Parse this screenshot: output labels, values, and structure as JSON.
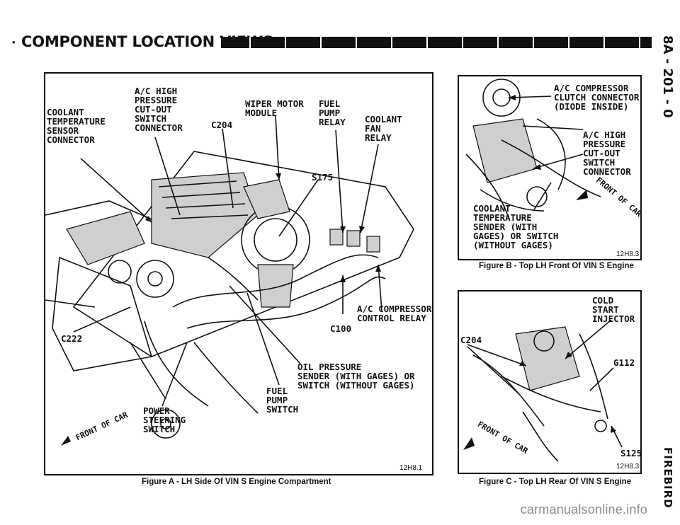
{
  "header": {
    "bullet": "•",
    "title": "COMPONENT LOCATION VIEWS"
  },
  "side": {
    "page_number": "8A - 201 - 0",
    "section": "FIREBIRD"
  },
  "figure_a": {
    "caption": "Figure A - LH Side Of VIN S Engine Compartment",
    "code": "12H8.1",
    "front_label": "FRONT OF CAR",
    "labels": {
      "coolant_sensor": "COOLANT\nTEMPERATURE\nSENSOR\nCONNECTOR",
      "ac_high": "A/C HIGH\nPRESSURE\nCUT-OUT\nSWITCH\nCONNECTOR",
      "c204": "C204",
      "wiper": "WIPER MOTOR\nMODULE",
      "fuel_pump_relay": "FUEL\nPUMP\nRELAY",
      "coolant_fan": "COOLANT\nFAN\nRELAY",
      "s175": "S175",
      "ac_comp_relay": "A/C COMPRESSOR\nCONTROL RELAY",
      "c100": "C100",
      "c222": "C222",
      "oil_pressure": "OIL PRESSURE\nSENDER (WITH GAGES) OR\nSWITCH (WITHOUT GAGES)",
      "fuel_pump_switch": "FUEL\nPUMP\nSWITCH",
      "power_steering": "POWER\nSTEERING\nSWITCH"
    }
  },
  "figure_b": {
    "caption": "Figure B - Top LH Front Of VIN S Engine",
    "code": "12H8.3",
    "front_label": "FRONT OF CAR",
    "labels": {
      "ac_clutch": "A/C COMPRESSOR\nCLUTCH CONNECTOR\n(DIODE INSIDE)",
      "ac_high": "A/C HIGH\nPRESSURE\nCUT-OUT\nSWITCH\nCONNECTOR",
      "coolant": "COOLANT\nTEMPERATURE\nSENDER (WITH\nGAGES) OR SWITCH\n(WITHOUT GAGES)"
    }
  },
  "figure_c": {
    "caption": "Figure C - Top LH Rear Of VIN S Engine",
    "code": "12H8.3",
    "front_label": "FRONT OF CAR",
    "labels": {
      "cold_start": "COLD\nSTART\nINJECTOR",
      "c204": "C204",
      "g112": "G112",
      "s125": "S125"
    }
  },
  "watermark": "carmanualsonline.info"
}
